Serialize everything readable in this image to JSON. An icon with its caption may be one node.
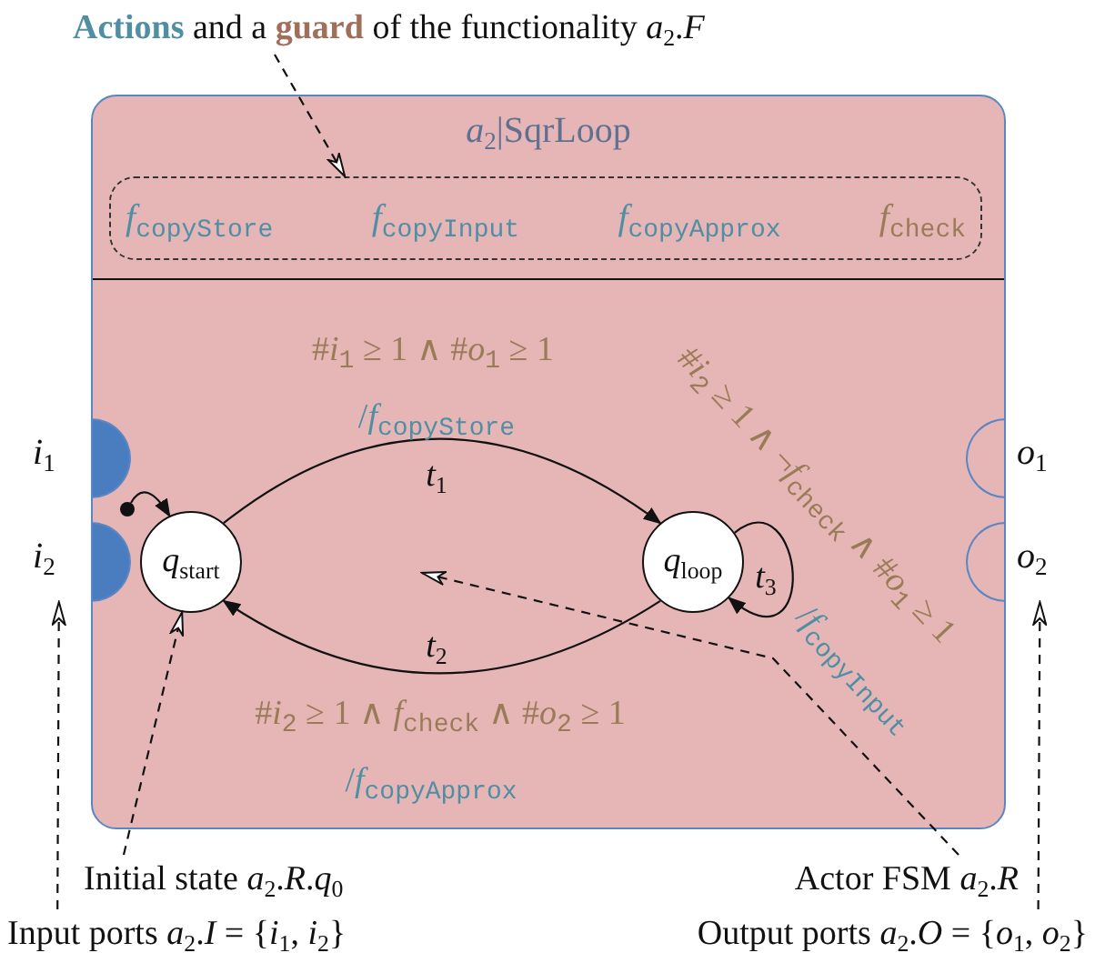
{
  "diagram": {
    "nodes": [
      {
        "text": [
          "**Actions** and a **guard** of the functionality *a*$_{2}$.*F*"
        ]
      },
      {
        "text": [
          "*a*$_{2}$|SqrLoop"
        ]
      },
      {
        "text": [
          "*f*$_{copyStore}$",
          "*f*$_{copyInput}$",
          "*f*$_{copyApprox}$",
          "*f*$_{check}$"
        ],
        "in": 1
      },
      {
        "text": [
          "*q*$_{start}$"
        ],
        "in": 1
      },
      {
        "text": [
          "*q*$_{loop}$"
        ],
        "in": 1
      },
      {
        "text": [],
        "shape": "semicircle",
        "beside": [
          "*i*$_{1}$"
        ],
        "in": 1
      },
      {
        "text": [],
        "shape": "semicircle",
        "beside": [
          "*i*$_{2}$"
        ],
        "in": 1
      },
      {
        "text": [],
        "shape": "semicircle",
        "beside": [
          "*o*$_{1}$"
        ],
        "in": 1
      },
      {
        "text": [],
        "shape": "semicircle",
        "beside": [
          "*o*$_{2}$"
        ],
        "in": 1
      },
      {
        "text": [],
        "shape": "circle",
        "in": 1
      },
      {
        "text": [
          "Initial state *a*$_{2}$.*R*.*q*$_{0}$"
        ]
      },
      {
        "text": [
          "Actor FSM *a*$_{2}$.*R*"
        ]
      },
      {
        "text": [
          "Input ports *a*$_{2}$.*I* = {*i*$_{1}$, *i*$_{2}$}"
        ]
      },
      {
        "text": [
          "Output ports *a*$_{2}$.*O* = {*o*$_{1}$, *o*$_{2}$}"
        ]
      }
    ],
    "edges": [
      {
        "from": 0,
        "to": 2,
        "arrow": "to",
        "style": "dashed"
      },
      {
        "from": 9,
        "to": 3,
        "arrow": "to"
      },
      {
        "from": 3,
        "to": 4,
        "arrow": "to",
        "label": "*t*$_{1}$"
      },
      {
        "from": 4,
        "to": 3,
        "arrow": "to",
        "label": "*t*$_{2}$"
      },
      {
        "from": 4,
        "to": 4,
        "arrow": "to",
        "label": "*t*$_{3}$"
      },
      {
        "from": 10,
        "to": 3,
        "arrow": "to",
        "style": "dashed"
      },
      {
        "from": 11,
        "to": null,
        "arrow": "to",
        "style": "dashed"
      },
      {
        "from": 12,
        "to": 6,
        "arrow": "to",
        "style": "dashed"
      },
      {
        "from": 13,
        "to": 8,
        "arrow": "to",
        "style": "dashed"
      }
    ],
    "labels": [
      "#*i*$_{1}$ ≥ 1 ∧ #*o*$_{1}$ ≥ 1",
      "/*f*$_{copyStore}$",
      "#*i*$_{2}$ ≥ 1 ∧ ¬*f*$_{check}$ ∧ #*o*$_{1}$ ≥ 1",
      "/*f*$_{copyInput}$",
      "#*i*$_{2}$ ≥ 1 ∧ *f*$_{check}$ ∧ #*o*$_{2}$ ≥ 1",
      "/*f*$_{copyApprox}$"
    ]
  }
}
